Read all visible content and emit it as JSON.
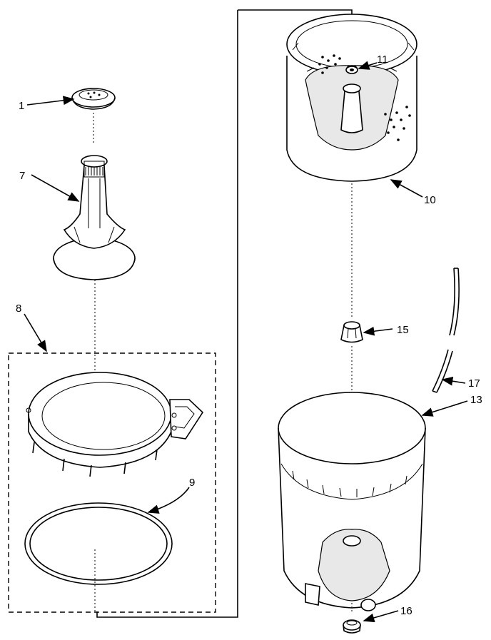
{
  "callouts": [
    {
      "id": "1",
      "label": "1"
    },
    {
      "id": "7",
      "label": "7"
    },
    {
      "id": "8",
      "label": "8"
    },
    {
      "id": "9",
      "label": "9"
    },
    {
      "id": "10",
      "label": "10"
    },
    {
      "id": "11",
      "label": "11"
    },
    {
      "id": "13",
      "label": "13"
    },
    {
      "id": "15",
      "label": "15"
    },
    {
      "id": "16",
      "label": "16"
    },
    {
      "id": "17",
      "label": "17"
    }
  ]
}
